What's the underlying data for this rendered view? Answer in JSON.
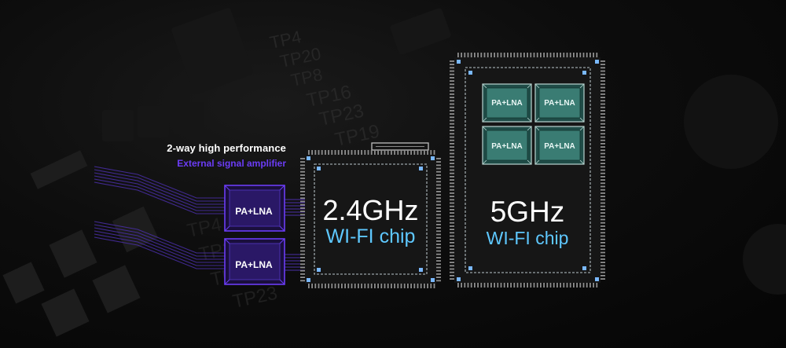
{
  "amplifier": {
    "title": "2-way high performance",
    "subtitle": "External signal amplifier",
    "blocks": [
      {
        "label": "PA+LNA"
      },
      {
        "label": "PA+LNA"
      }
    ]
  },
  "chip_24": {
    "frequency": "2.4GHz",
    "name": "WI-FI chip"
  },
  "chip_5": {
    "frequency": "5GHz",
    "name": "WI-FI chip",
    "sub_blocks": [
      {
        "label": "PA+LNA"
      },
      {
        "label": "PA+LNA"
      },
      {
        "label": "PA+LNA"
      },
      {
        "label": "PA+LNA"
      }
    ]
  },
  "board_silkscreen": [
    "TP4",
    "TP20",
    "TP8",
    "TP16",
    "TP23",
    "TP19"
  ],
  "colors": {
    "amplifier_accent": "#6b3cf5",
    "chip_text_accent": "#5ec8ff",
    "sub_block_fill": "#2f6e66",
    "background": "#0a0a0a"
  }
}
